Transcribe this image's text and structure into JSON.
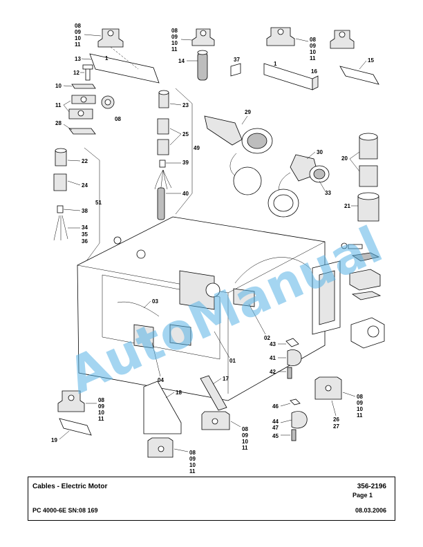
{
  "footer": {
    "title": "Cables - Electric Motor",
    "doc_number": "356-2196",
    "page": "Page 1",
    "machine": "PC 4000-6E SN:08 169",
    "date": "08.03.2006"
  },
  "watermark": "AutoManual",
  "callouts": {
    "c08": "08",
    "c09": "09",
    "c10": "10",
    "c11": "11",
    "c01": "01",
    "c02": "02",
    "c03": "03",
    "c04": "04",
    "c1": "1",
    "c12": "12",
    "c13": "13",
    "c14": "14",
    "c15": "15",
    "c16": "16",
    "c17": "17",
    "c18": "18",
    "c19": "19",
    "c20": "20",
    "c21": "21",
    "c22": "22",
    "c23": "23",
    "c24": "24",
    "c25": "25",
    "c26": "26",
    "c27": "27",
    "c28": "28",
    "c29": "29",
    "c30": "30",
    "c33": "33",
    "c34": "34",
    "c35": "35",
    "c36": "36",
    "c37": "37",
    "c38": "38",
    "c39": "39",
    "c40": "40",
    "c41": "41",
    "c42": "42",
    "c43": "43",
    "c44": "44",
    "c45": "45",
    "c46": "46",
    "c47": "47",
    "c49": "49",
    "c51": "51"
  },
  "colors": {
    "watermark": "#5ab4e6",
    "line": "#000000"
  }
}
